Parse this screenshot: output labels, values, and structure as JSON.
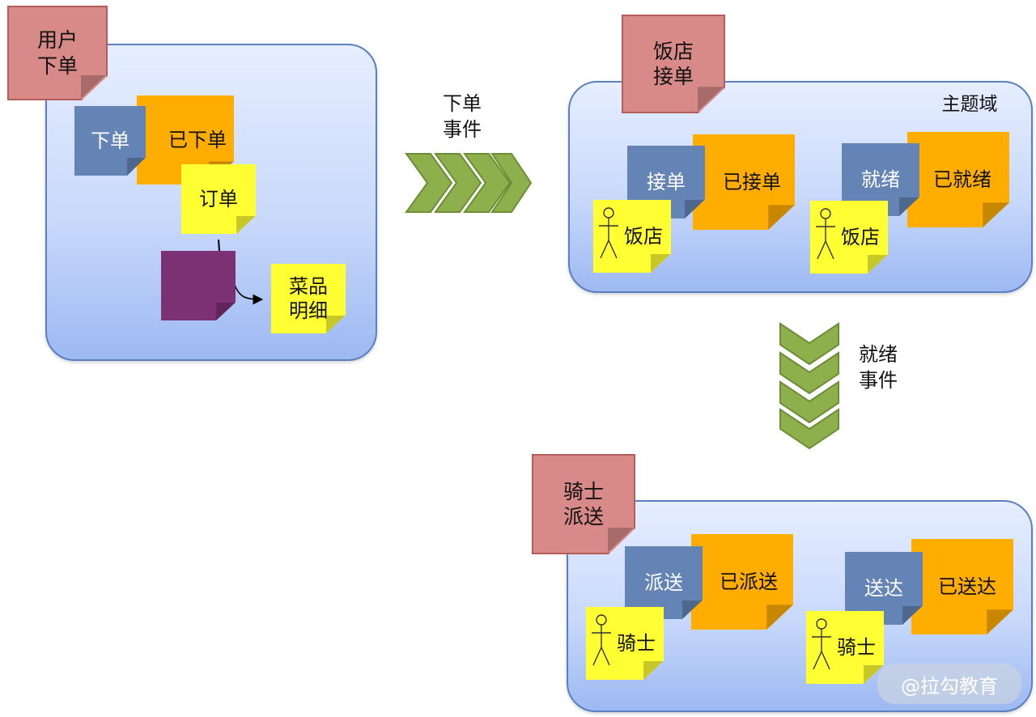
{
  "colors": {
    "aggregate": "#d78a88",
    "command": "#6384b5",
    "event": "#ffad00",
    "entity": "#ffff33",
    "value_object": "#7b3173",
    "domain_fill": "#c9d9fb",
    "arrow": "#8db04c"
  },
  "order_domain": {
    "aggregate": "用户\n下单",
    "command": "下单",
    "event": "已下单",
    "entity": "订单",
    "detail": "菜品\n明细"
  },
  "flow1_label": "下单\n事件",
  "restaurant_domain": {
    "aggregate": "饭店\n接单",
    "domain_label": "主题域",
    "accept_command": "接单",
    "accept_event": "已接单",
    "accept_actor": "饭店",
    "ready_command": "就绪",
    "ready_event": "已就绪",
    "ready_actor": "饭店"
  },
  "flow2_label": "就绪\n事件",
  "rider_domain": {
    "aggregate": "骑士\n派送",
    "dispatch_command": "派送",
    "dispatch_event": "已派送",
    "dispatch_actor": "骑士",
    "deliver_command": "送达",
    "deliver_event": "已送达",
    "deliver_actor": "骑士"
  },
  "watermark": "@拉勾教育"
}
